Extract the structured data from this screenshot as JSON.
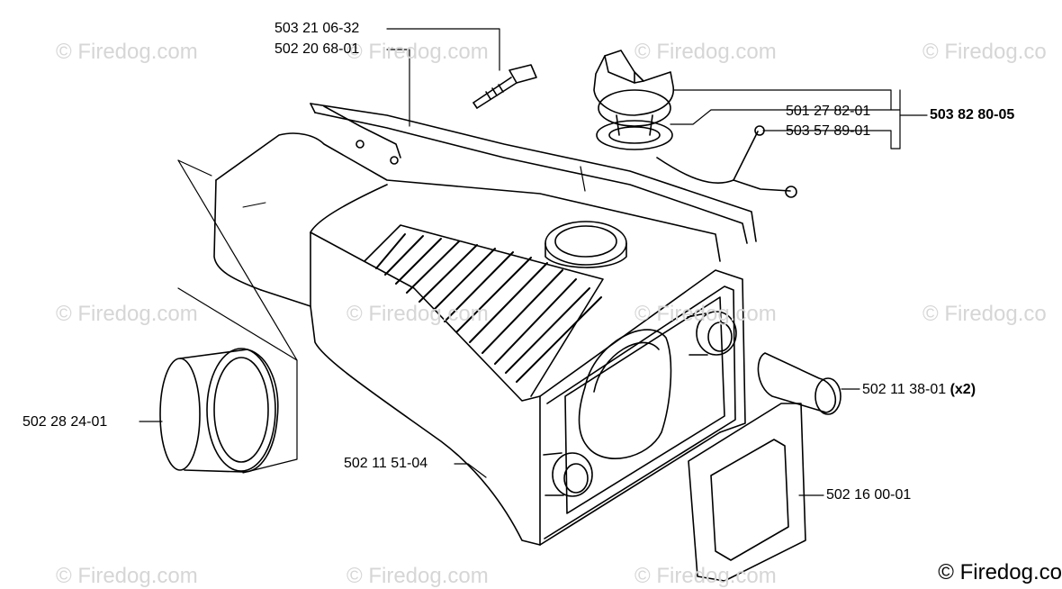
{
  "watermark": "© Firedog.com",
  "watermark_cut": "© Firedog.co",
  "copyright": "© Firedog.co",
  "parts": {
    "screw": "503 21 06-32",
    "strap": "502 20 68-01",
    "cap": "501 27 82-01",
    "cap_line": "503 57 89-01",
    "cap_kit": "503 82 80-05",
    "damper": "502 11 38-01",
    "damper_qty": "(x2)",
    "sleeve": "502 28 24-01",
    "tank": "502 11 51-04",
    "gasket": "502 16 00-01"
  }
}
